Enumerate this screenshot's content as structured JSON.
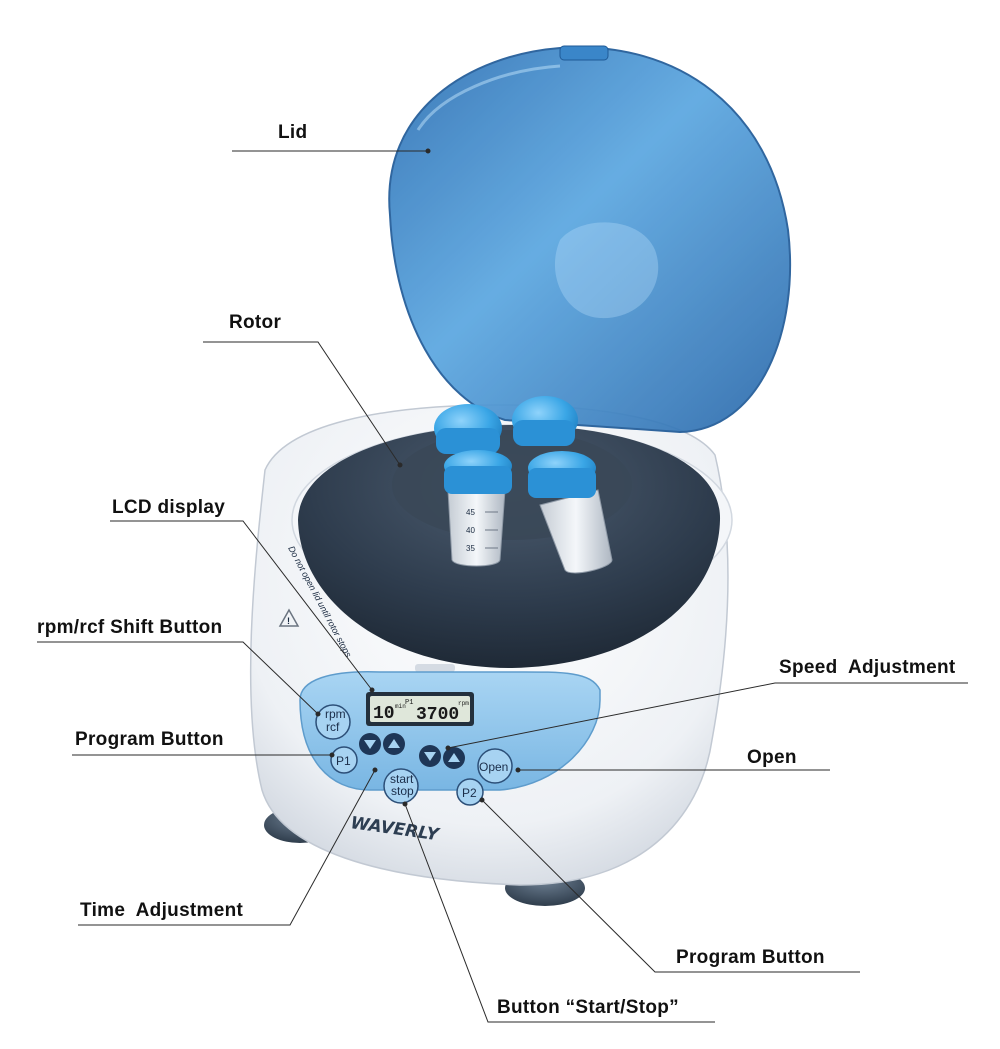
{
  "callouts": {
    "lid": "Lid",
    "rotor": "Rotor",
    "lcd_display": "LCD display",
    "rpm_rcf_shift": "rpm/rcf Shift Button",
    "program_button_left": "Program Button",
    "time_adjustment": "Time  Adjustment",
    "speed_adjustment": "Speed  Adjustment",
    "open": "Open",
    "program_button_right": "Program Button",
    "start_stop": "Button “Start/Stop”"
  },
  "device": {
    "brand": "WAVERLY",
    "warning_text": "Do not open lid until rotor stops",
    "buttons": {
      "rpm_top": "rpm",
      "rcf_bottom": "rcf",
      "p1": "P1",
      "p2": "P2",
      "start_top": "start",
      "stop_bottom": "stop",
      "open": "Open"
    },
    "lcd": {
      "time": "10",
      "time_unit": "min",
      "program": "P1",
      "speed": "3700",
      "speed_unit": "rpm"
    },
    "tube_marks": [
      "45",
      "40",
      "35"
    ]
  },
  "colors": {
    "lid_blue": "#3f8fd0",
    "panel_blue": "#8ec4ea",
    "rotor_dark": "#2c3a4a",
    "cap_blue": "#3aa6e6"
  }
}
